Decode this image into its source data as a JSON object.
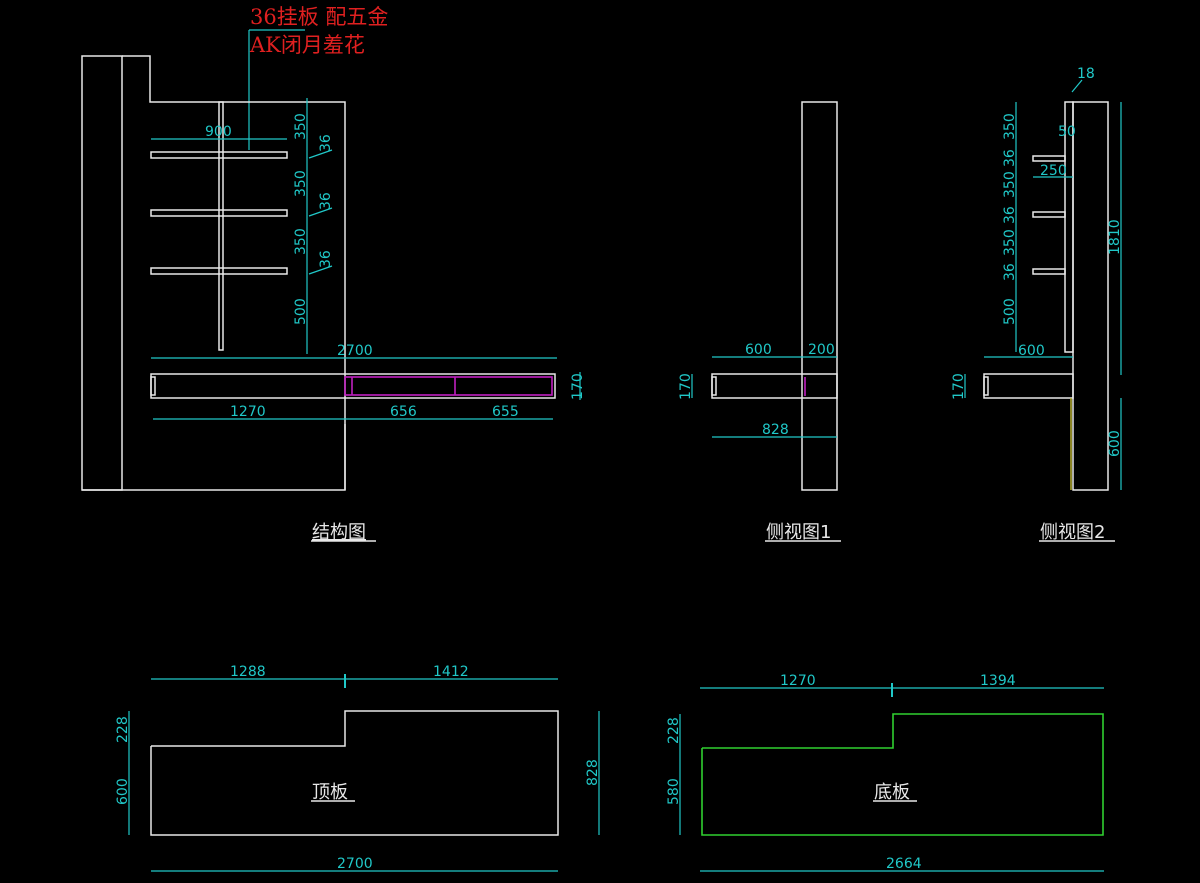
{
  "annotation": {
    "line1": "36挂板 配五金",
    "line2": "AK闭月羞花"
  },
  "views": {
    "structure": {
      "title": "结构图",
      "shelf_width": "900",
      "vertical_dims": [
        "350",
        "350",
        "350",
        "500"
      ],
      "shelf_thickness": [
        "36",
        "36",
        "36"
      ],
      "cabinet_total": "2700",
      "cabinet_height": "170",
      "cabinet_sections": [
        "1270",
        "656",
        "655"
      ]
    },
    "side1": {
      "title": "侧视图1",
      "depth": "600",
      "wall_part": "200",
      "height": "170",
      "total": "828"
    },
    "side2": {
      "title": "侧视图2",
      "panel_thickness": "18",
      "gap": "50",
      "shelf_depth": "250",
      "vertical_dims": [
        "350",
        "36",
        "350",
        "36",
        "350",
        "36",
        "500"
      ],
      "total_height": "1810",
      "cabinet_depth": "600",
      "cabinet_height": "170",
      "lower_height": "600"
    },
    "top_board": {
      "title": "顶板",
      "top_left": "1288",
      "top_right": "1412",
      "step": "228",
      "left_depth": "600",
      "right_depth": "828",
      "total": "2700"
    },
    "bottom_board": {
      "title": "底板",
      "top_left": "1270",
      "top_right": "1394",
      "step": "228",
      "left_depth": "580",
      "total": "2664"
    }
  },
  "colors": {
    "background": "#000000",
    "lines": "#e8e8e8",
    "dimension": "#20c8c8",
    "annotation": "#e02020",
    "drawer": "#c020c0",
    "bottom_board": "#30d030"
  }
}
